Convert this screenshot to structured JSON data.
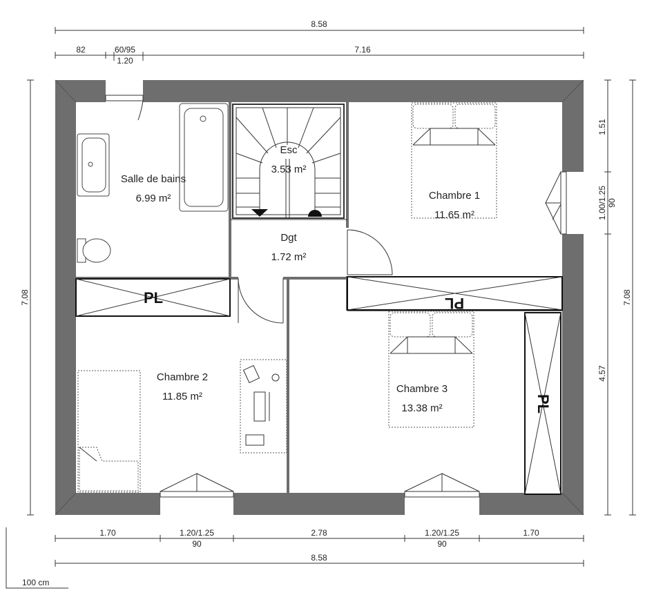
{
  "dimensions": {
    "top_total": "8.58",
    "top_seg_1": "82",
    "top_seg_2": "60/95",
    "top_seg_2_sub": "1.20",
    "top_seg_3": "7.16",
    "bottom_seg_1": "1.70",
    "bottom_seg_2": "1.20/1.25",
    "bottom_seg_2_sub": "90",
    "bottom_seg_3": "2.78",
    "bottom_seg_4": "1.20/1.25",
    "bottom_seg_4_sub": "90",
    "bottom_seg_5": "1.70",
    "bottom_total": "8.58",
    "left_total": "7.08",
    "right_total": "7.08",
    "right_seg_1": "1.51",
    "right_seg_2": "1.00/1.25",
    "right_seg_2_sub": "90",
    "right_seg_3": "4.57"
  },
  "rooms": [
    {
      "name": "Salle de bains",
      "area": "6.99 m²"
    },
    {
      "name": "Esc",
      "area": "3.53 m²"
    },
    {
      "name": "Chambre 1",
      "area": "11.65 m²"
    },
    {
      "name": "Dgt",
      "area": "1.72 m²"
    },
    {
      "name": "Chambre 2",
      "area": "11.85 m²"
    },
    {
      "name": "Chambre 3",
      "area": "13.38 m²"
    }
  ],
  "closets": [
    "PL",
    "PL",
    "PL"
  ],
  "scale": "100 cm",
  "colors": {
    "wall": "#6e6e6e",
    "line": "#333333"
  }
}
